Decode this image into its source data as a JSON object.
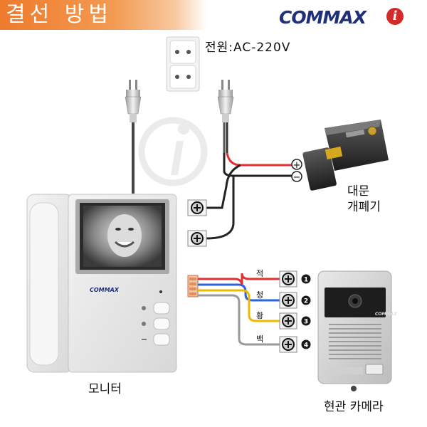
{
  "header": {
    "title": "결선 방법",
    "brand": "COMMAX",
    "brand_mark": "i"
  },
  "labels": {
    "power": "전원:AC-220V",
    "lock_line1": "대문",
    "lock_line2": "개폐기",
    "monitor": "모니터",
    "camera": "현관 카메라",
    "monitor_brand": "COMMAX",
    "camera_brand": "COMMAX",
    "plus": "+",
    "minus": "−"
  },
  "wires": [
    {
      "label": "적",
      "number": "1",
      "color": "#e03030"
    },
    {
      "label": "청",
      "number": "2",
      "color": "#2f63d8"
    },
    {
      "label": "황",
      "number": "3",
      "color": "#f2b800"
    },
    {
      "label": "백",
      "number": "4",
      "color": "#9a9a9a"
    }
  ],
  "colors": {
    "title_band": "#ee7a2c",
    "brand": "#1f2f7a",
    "brand_mark": "#d32a2a",
    "power_positive": "#e03030",
    "power_negative": "#222222"
  }
}
